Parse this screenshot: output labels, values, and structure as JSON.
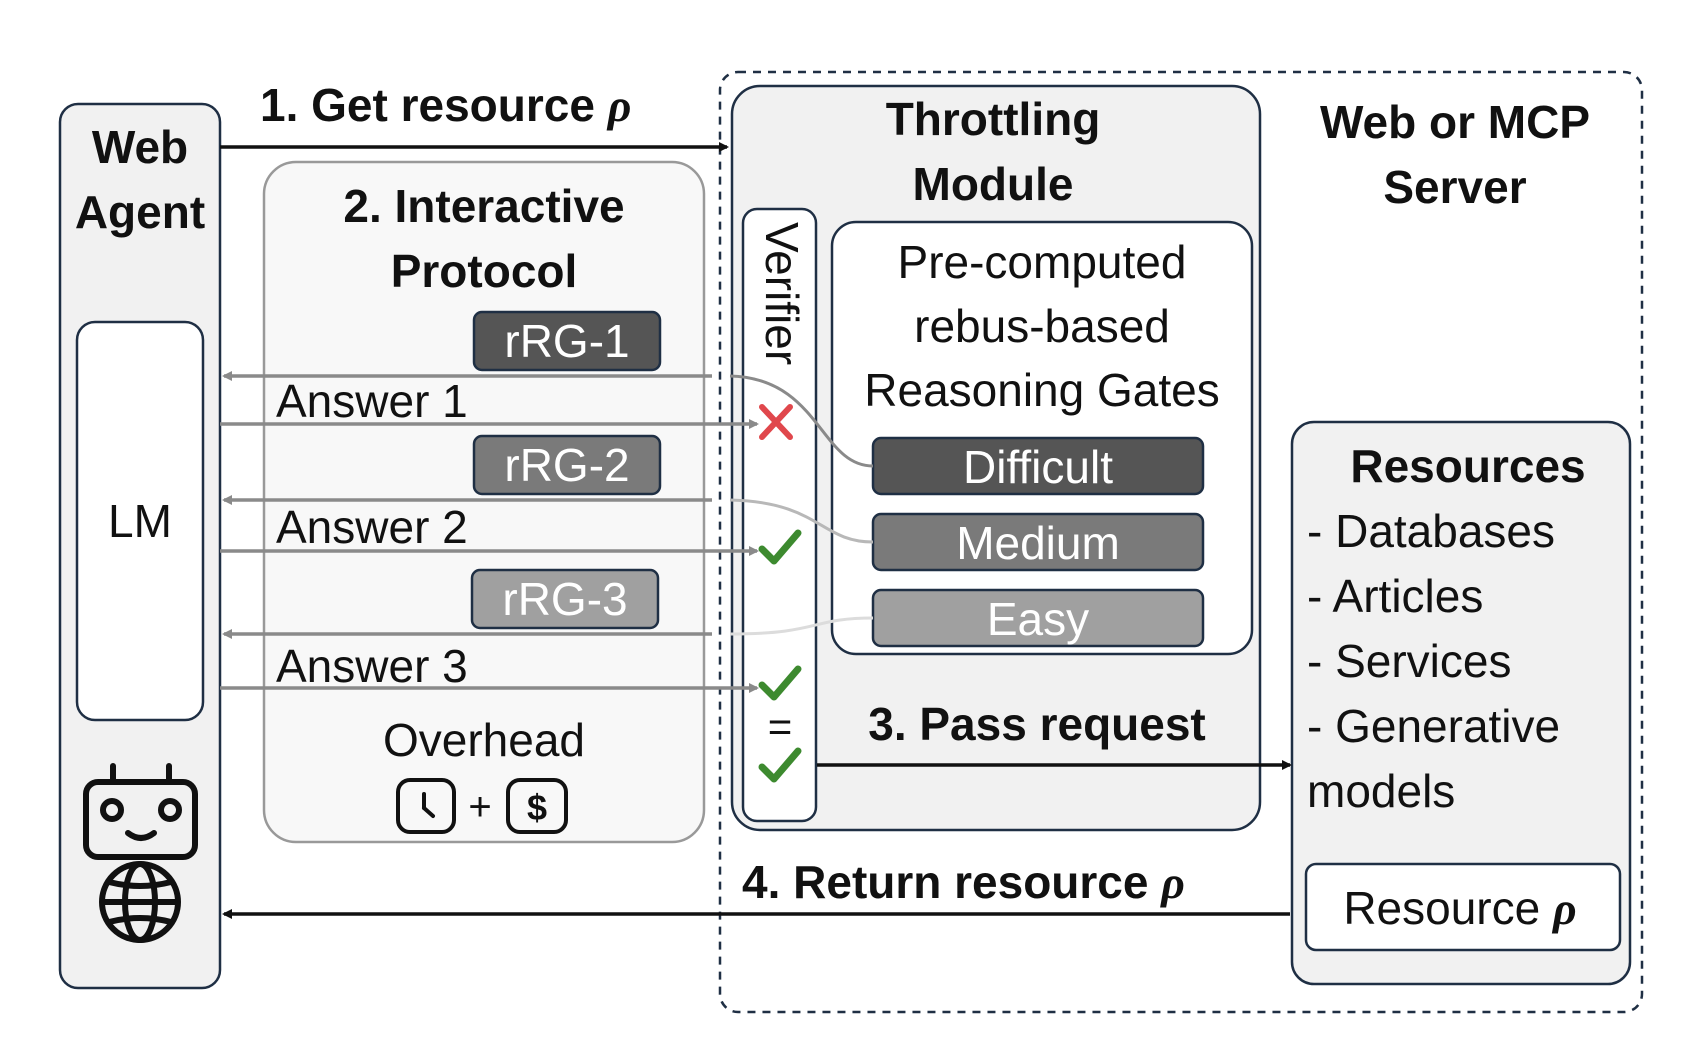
{
  "web_agent": {
    "title_line1": "Web",
    "title_line2": "Agent",
    "lm_label": "LM"
  },
  "steps": {
    "get_resource": "1. Get resource",
    "protocol_line1": "2. Interactive",
    "protocol_line2": "Protocol",
    "pass_request": "3. Pass request",
    "return_resource": "4. Return resource",
    "rho": "ρ"
  },
  "protocol": {
    "gates": [
      {
        "label": "rRG-1",
        "color": "#555555"
      },
      {
        "label": "rRG-2",
        "color": "#7a7a7a"
      },
      {
        "label": "rRG-3",
        "color": "#a0a0a0"
      }
    ],
    "answers": [
      "Answer 1",
      "Answer 2",
      "Answer 3"
    ],
    "overhead_label": "Overhead",
    "overhead_plus": "+",
    "dollar_symbol": "$"
  },
  "throttling": {
    "title_line1": "Throttling",
    "title_line2": "Module",
    "verifier_label": "Verifier",
    "equals": "=",
    "gates_title_line1": "Pre-computed",
    "gates_title_line2": "rebus-based",
    "gates_title_line3": "Reasoning Gates",
    "levels": [
      {
        "label": "Difficult",
        "color": "#555555"
      },
      {
        "label": "Medium",
        "color": "#7a7a7a"
      },
      {
        "label": "Easy",
        "color": "#a0a0a0"
      }
    ],
    "fail_color": "#e0474c",
    "pass_color": "#3d8a2f"
  },
  "server": {
    "title_line1": "Web or MCP",
    "title_line2": "Server",
    "resources_title": "Resources",
    "resources_items": [
      "- Databases",
      "- Articles",
      "- Services",
      "- Generative",
      "models"
    ],
    "resource_box": "Resource"
  }
}
